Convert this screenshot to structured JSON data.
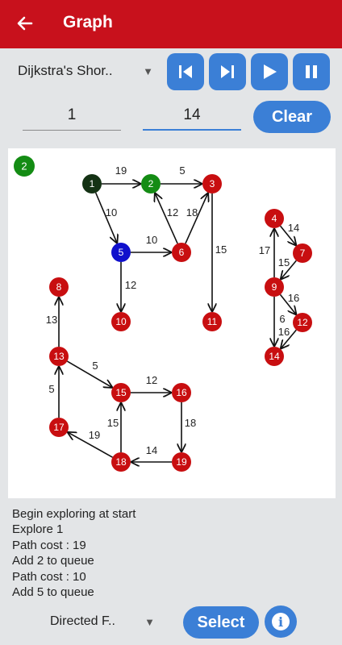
{
  "header": {
    "title": "Graph"
  },
  "algorithm": {
    "selected": "Dijkstra's Shor.."
  },
  "controls": [
    "step-back",
    "step-forward",
    "play",
    "pause"
  ],
  "start_node": "1",
  "end_node": "14",
  "clear_label": "Clear",
  "badge": "2",
  "colors": {
    "appbar": "#c8111c",
    "button": "#3b7fd6",
    "node_default": "#c80e10",
    "node_start": "#143214",
    "node_current": "#148c14",
    "node_queued": "#1010cc"
  },
  "graph": {
    "nodes": [
      {
        "id": "1",
        "state": "start"
      },
      {
        "id": "2",
        "state": "current"
      },
      {
        "id": "3",
        "state": "default"
      },
      {
        "id": "4",
        "state": "default"
      },
      {
        "id": "5",
        "state": "queued"
      },
      {
        "id": "6",
        "state": "default"
      },
      {
        "id": "7",
        "state": "default"
      },
      {
        "id": "8",
        "state": "default"
      },
      {
        "id": "9",
        "state": "default"
      },
      {
        "id": "10",
        "state": "default"
      },
      {
        "id": "11",
        "state": "default"
      },
      {
        "id": "12",
        "state": "default"
      },
      {
        "id": "13",
        "state": "default"
      },
      {
        "id": "14",
        "state": "default"
      },
      {
        "id": "15",
        "state": "default"
      },
      {
        "id": "16",
        "state": "default"
      },
      {
        "id": "17",
        "state": "default"
      },
      {
        "id": "18",
        "state": "default"
      },
      {
        "id": "19",
        "state": "default"
      }
    ],
    "edges": [
      {
        "from": "1",
        "to": "2",
        "weight": "19"
      },
      {
        "from": "2",
        "to": "3",
        "weight": "5"
      },
      {
        "from": "1",
        "to": "5",
        "weight": "10"
      },
      {
        "from": "5",
        "to": "6",
        "weight": "10"
      },
      {
        "from": "6",
        "to": "2",
        "weight": "12"
      },
      {
        "from": "6",
        "to": "3",
        "weight": "18"
      },
      {
        "from": "3",
        "to": "11",
        "weight": "15"
      },
      {
        "from": "5",
        "to": "10",
        "weight": "12"
      },
      {
        "from": "4",
        "to": "7",
        "weight": "14"
      },
      {
        "from": "9",
        "to": "4",
        "weight": "17"
      },
      {
        "from": "7",
        "to": "9",
        "weight": "15"
      },
      {
        "from": "9",
        "to": "12",
        "weight": "16"
      },
      {
        "from": "9",
        "to": "14",
        "weight": "6"
      },
      {
        "from": "12",
        "to": "14",
        "weight": "16"
      },
      {
        "from": "13",
        "to": "8",
        "weight": "13"
      },
      {
        "from": "13",
        "to": "15",
        "weight": "5"
      },
      {
        "from": "15",
        "to": "16",
        "weight": "12"
      },
      {
        "from": "16",
        "to": "19",
        "weight": "18"
      },
      {
        "from": "19",
        "to": "18",
        "weight": "14"
      },
      {
        "from": "18",
        "to": "15",
        "weight": "15"
      },
      {
        "from": "18",
        "to": "17",
        "weight": "19"
      },
      {
        "from": "17",
        "to": "13",
        "weight": "5"
      }
    ]
  },
  "log": [
    "Begin exploring at start",
    "Explore 1",
    "Path cost : 19",
    "Add 2 to queue",
    "Path cost : 10",
    "Add 5 to queue"
  ],
  "graph_type": {
    "selected": "Directed F.."
  },
  "select_label": "Select"
}
